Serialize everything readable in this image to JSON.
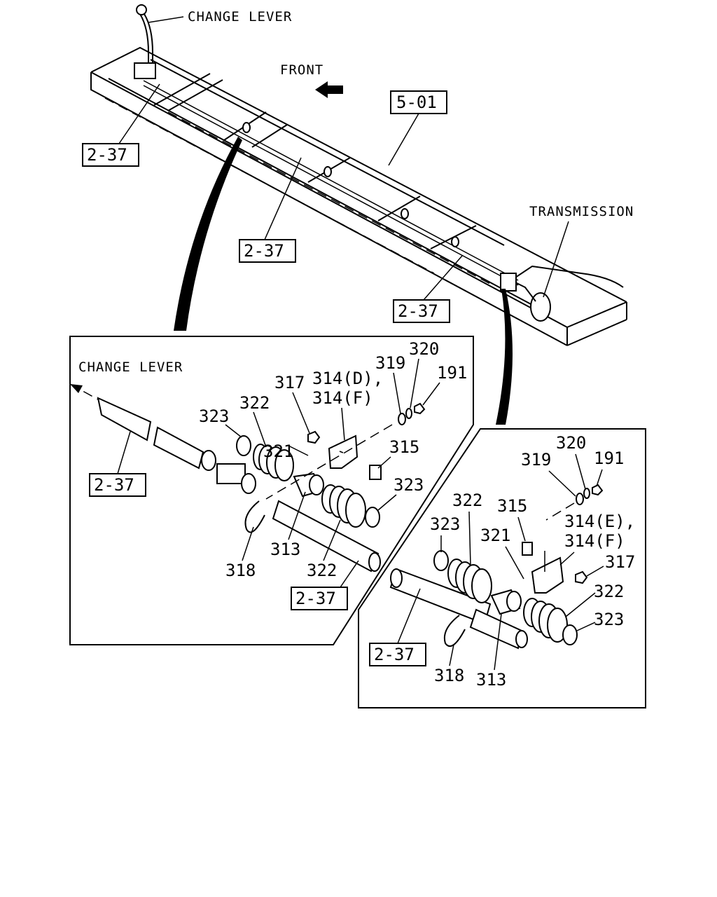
{
  "overview": {
    "change_lever_label": "CHANGE LEVER",
    "front_label": "FRONT",
    "transmission_label": "TRANSMISSION",
    "ref_5_01": "5-01",
    "ref_2_37_a": "2-37",
    "ref_2_37_b": "2-37",
    "ref_2_37_c": "2-37"
  },
  "detail_left": {
    "change_lever_label": "CHANGE LEVER",
    "ref_2_37_a": "2-37",
    "ref_2_37_b": "2-37",
    "callouts": {
      "c323a": "323",
      "c322a": "322",
      "c317": "317",
      "c314": "314(D),",
      "c314b": "314(F)",
      "c319": "319",
      "c320": "320",
      "c191": "191",
      "c321": "321",
      "c315": "315",
      "c323b": "323",
      "c313": "313",
      "c318": "318",
      "c322b": "322"
    }
  },
  "detail_right": {
    "ref_2_37": "2-37",
    "callouts": {
      "c320": "320",
      "c319": "319",
      "c191": "191",
      "c322a": "322",
      "c315": "315",
      "c314": "314(E),",
      "c314b": "314(F)",
      "c323a": "323",
      "c321": "321",
      "c317": "317",
      "c322b": "322",
      "c323b": "323",
      "c318": "318",
      "c313": "313"
    }
  }
}
